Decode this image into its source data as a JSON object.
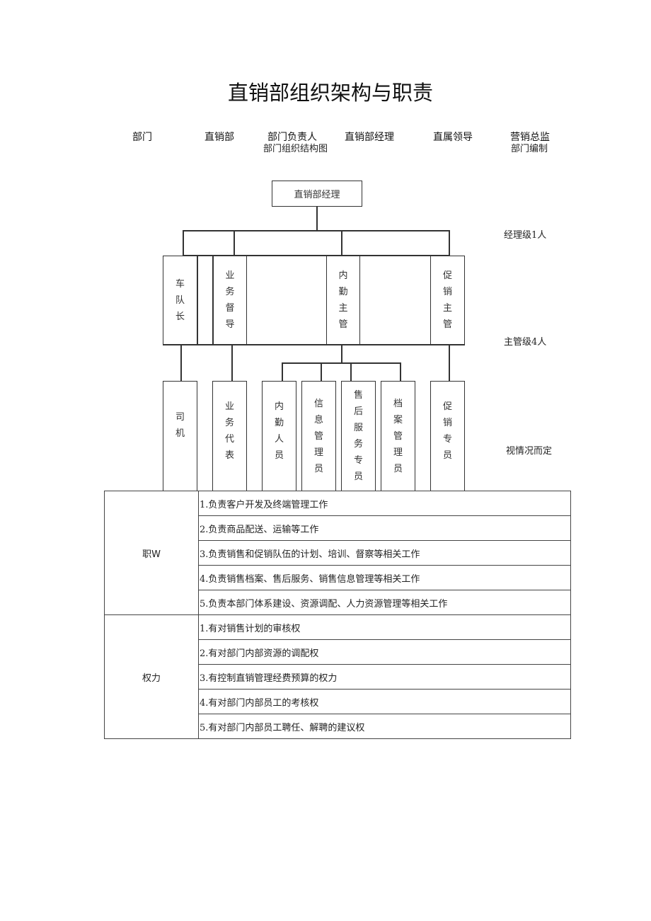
{
  "title": "直销部组织架构与职责",
  "header": {
    "dept_label": "部门",
    "dept_value": "直销部",
    "head_label": "部门负责人",
    "head_value": "直销部经理",
    "superior_label": "直属领导",
    "superior_value": "营销总监",
    "chart_caption": "部门组织结构图",
    "staffing_caption": "部门编制"
  },
  "org": {
    "manager": "直销部经理",
    "levels": {
      "manager_level": "经理级1人",
      "supervisor_level": "主管级4人",
      "staff_level": "视情况而定"
    },
    "supervisors": [
      "车队长",
      "业务督导",
      "内勤主管",
      "促销主管"
    ],
    "staff": [
      "司机",
      "业务代表",
      "内勤人员",
      "信息管理员",
      "售后服务专员",
      "档案管理员",
      "促销专员"
    ]
  },
  "responsibilities": {
    "label": "职W",
    "items": [
      "1.负责客户开发及终端管理工作",
      "2.负责商品配送、运输等工作",
      "3.负责销售和促销队伍的计划、培训、督察等相关工作",
      "4.负责销售档案、售后服务、销售信息管理等相关工作",
      "5.负责本部门体系建设、资源调配、人力资源管理等相关工作"
    ]
  },
  "authority": {
    "label": "权力",
    "items": [
      "1.有对销售计划的审核权",
      "2.有对部门内部资源的调配权",
      "3.有控制直销管理经费预算的权力",
      "4.有对部门内部员工的考核权",
      "5.有对部门内部员工聘任、解聘的建议权"
    ]
  }
}
